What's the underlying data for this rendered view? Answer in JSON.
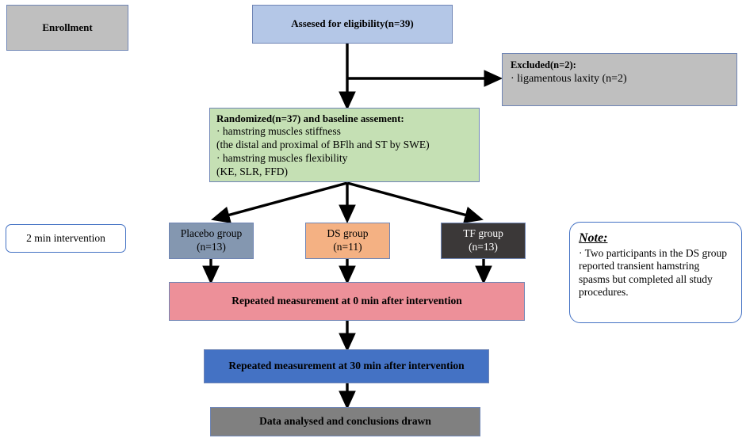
{
  "diagram": {
    "title": "Study flow diagram",
    "type": "flowchart",
    "colors": {
      "enrollment_fill": "#bfbfbf",
      "assessed_fill": "#b4c7e7",
      "excluded_fill": "#bfbfbf",
      "randomized_fill": "#c5e0b4",
      "placebo_fill": "#8497b0",
      "ds_fill": "#f4b183",
      "tf_fill": "#3b3838",
      "repeat0_fill": "#ed9099",
      "repeat30_fill": "#4472c4",
      "analysis_fill": "#808080",
      "border": "#6f85b5",
      "rounded_border": "#4472c4",
      "arrow": "#000000"
    }
  },
  "nodes": {
    "enrollment": {
      "label": "Enrollment"
    },
    "assessed": {
      "label": "Assesed for eligibility(n=39)"
    },
    "excluded": {
      "header": "Excluded(n=2):",
      "items": [
        "· ligamentous laxity (n=2)"
      ]
    },
    "randomized": {
      "header": "Randomized(n=37) and baseline assement:",
      "items": [
        "· hamstring muscles stiffness",
        " (the distal and proximal of BFlh and ST by SWE)",
        "· hamstring muscles flexibility",
        "(KE, SLR, FFD)"
      ]
    },
    "intervention": {
      "label": "2 min intervention"
    },
    "groups": [
      {
        "name": "Placebo group",
        "count": "(n=13)"
      },
      {
        "name": "DS group",
        "count": "(n=11)"
      },
      {
        "name": "TF group",
        "count": "(n=13)"
      }
    ],
    "repeat_0min": {
      "label": "Repeated measurement at 0 min after intervention"
    },
    "repeat_30min": {
      "label": "Repeated measurement at 30 min after intervention"
    },
    "analysis": {
      "label": "Data analysed  and conclusions drawn"
    },
    "note": {
      "title": "Note:",
      "body": "· Two participants in the DS group reported transient hamstring spasms but completed all study procedures."
    }
  }
}
